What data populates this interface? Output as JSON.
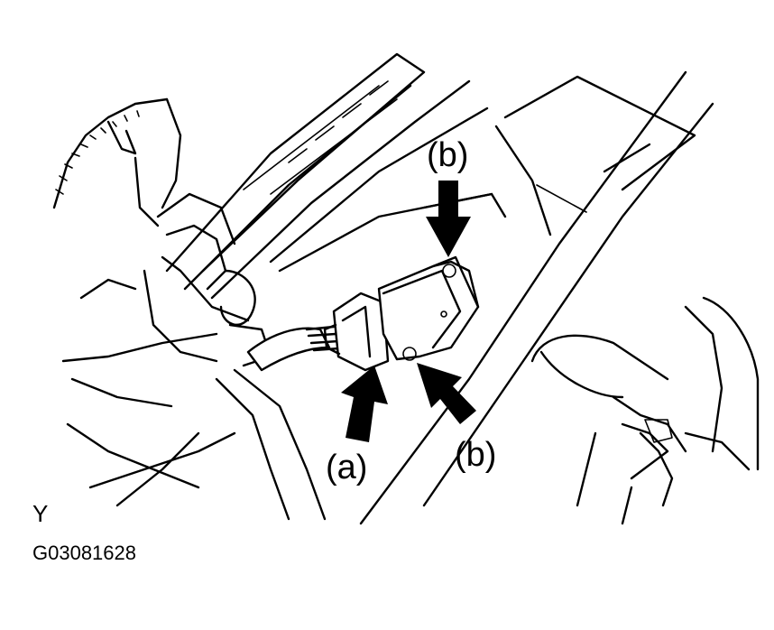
{
  "callouts": {
    "top_b": "(b)",
    "bottom_b": "(b)",
    "connector_a": "(a)"
  },
  "caption": {
    "view_letter": "Y",
    "figure_id": "G03081628"
  },
  "colors": {
    "ink": "#000000",
    "paper": "#ffffff"
  }
}
